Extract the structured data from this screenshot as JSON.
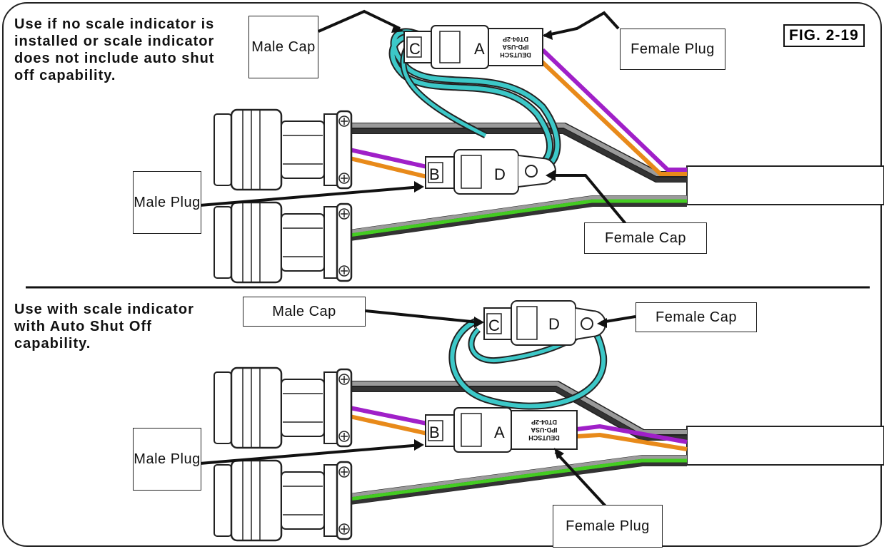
{
  "figure_label": "FIG. 2-19",
  "top_panel": {
    "note": "Use if no scale indicator is installed or scale indicator does not include auto shut off capability.",
    "callouts": {
      "male_cap": "Male Cap",
      "female_plug": "Female Plug",
      "male_plug": "Male Plug",
      "female_cap": "Female Cap"
    },
    "connector_letters": {
      "male_cap": "C",
      "female_plug": "A",
      "male_plug": "B",
      "female_cap": "D"
    },
    "connector_print": [
      "DEUTSCH",
      "IPD-USA",
      "DT04-2P"
    ]
  },
  "bottom_panel": {
    "note": "Use with scale indicator with Auto Shut Off capability.",
    "callouts": {
      "male_cap": "Male Cap",
      "female_cap": "Female Cap",
      "male_plug": "Male Plug",
      "female_plug": "Female Plug"
    },
    "connector_letters": {
      "male_cap": "C",
      "female_cap": "D",
      "male_plug": "B",
      "female_plug": "A"
    },
    "connector_print": [
      "DEUTSCH",
      "IPD-USA",
      "DT04-2P"
    ]
  },
  "colors": {
    "wire_purple": "#a020c8",
    "wire_orange": "#e88a1a",
    "wire_green": "#44cc22",
    "wire_gray": "#9a9a9a",
    "wire_black": "#333333",
    "loop_cyan": "#3cc8c8"
  }
}
